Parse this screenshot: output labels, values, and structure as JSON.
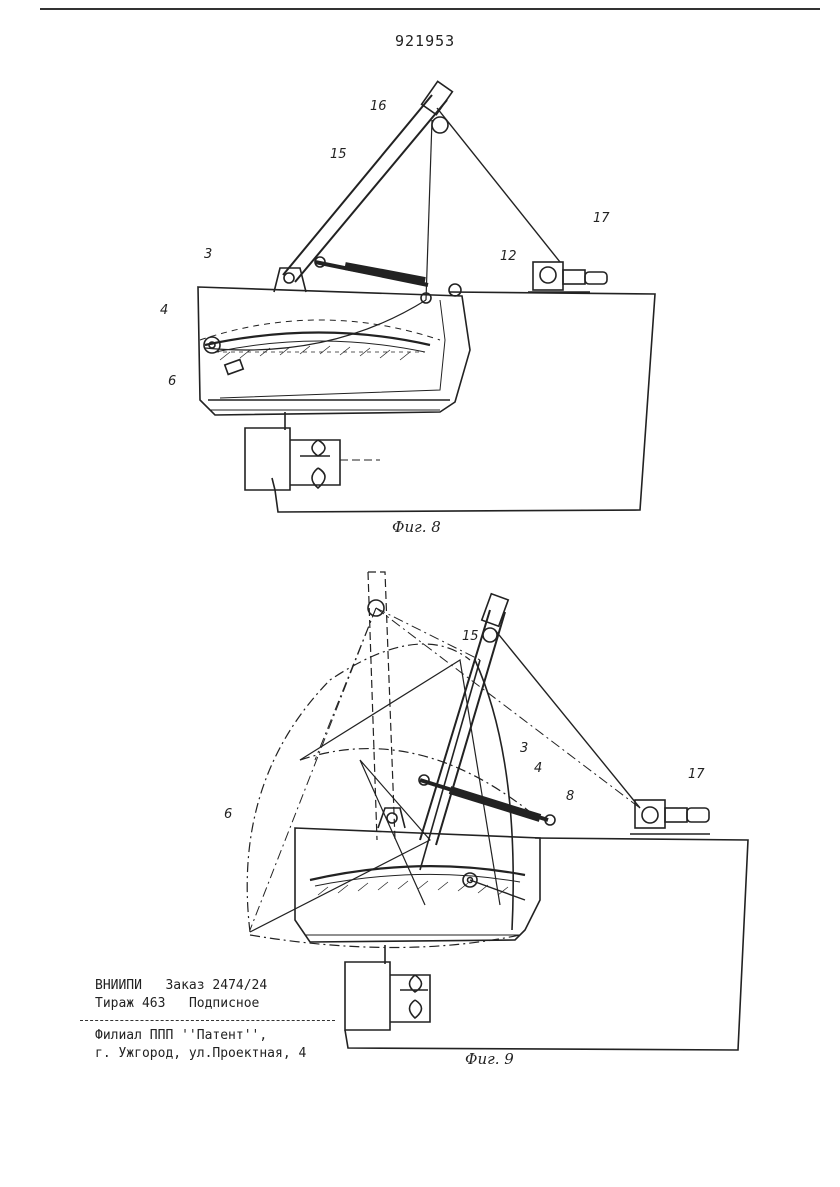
{
  "header": {
    "patent_number": "921953"
  },
  "figure8": {
    "caption": "Фиг. 8",
    "labels": {
      "l3": "3",
      "l4": "4",
      "l6": "6",
      "l12": "12",
      "l15": "15",
      "l16": "16",
      "l17": "17"
    }
  },
  "figure9": {
    "caption": "Фиг. 9",
    "labels": {
      "l15": "15",
      "l3": "3",
      "l4": "4",
      "l6": "6",
      "l8": "8",
      "l17": "17"
    }
  },
  "imprint": {
    "line1_org": "ВНИИПИ",
    "line1_order": "Заказ 2474/24",
    "line2_run": "Тираж 463",
    "line2_status": "Подписное",
    "line3": "Филиал ППП ''Патент'',",
    "line4": "г. Ужгород, ул.Проектная, 4"
  }
}
